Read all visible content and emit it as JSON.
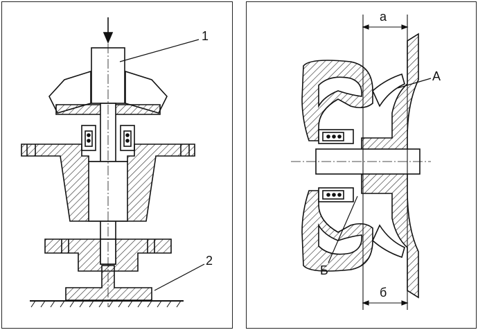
{
  "left_figure": {
    "callout_1": "1",
    "callout_2": "2"
  },
  "right_figure": {
    "dim_a": "а",
    "dim_b": "б",
    "label_A": "А",
    "label_B": "Б"
  },
  "colors": {
    "line": "#111111",
    "hatch": "#333333",
    "background": "#ffffff"
  }
}
